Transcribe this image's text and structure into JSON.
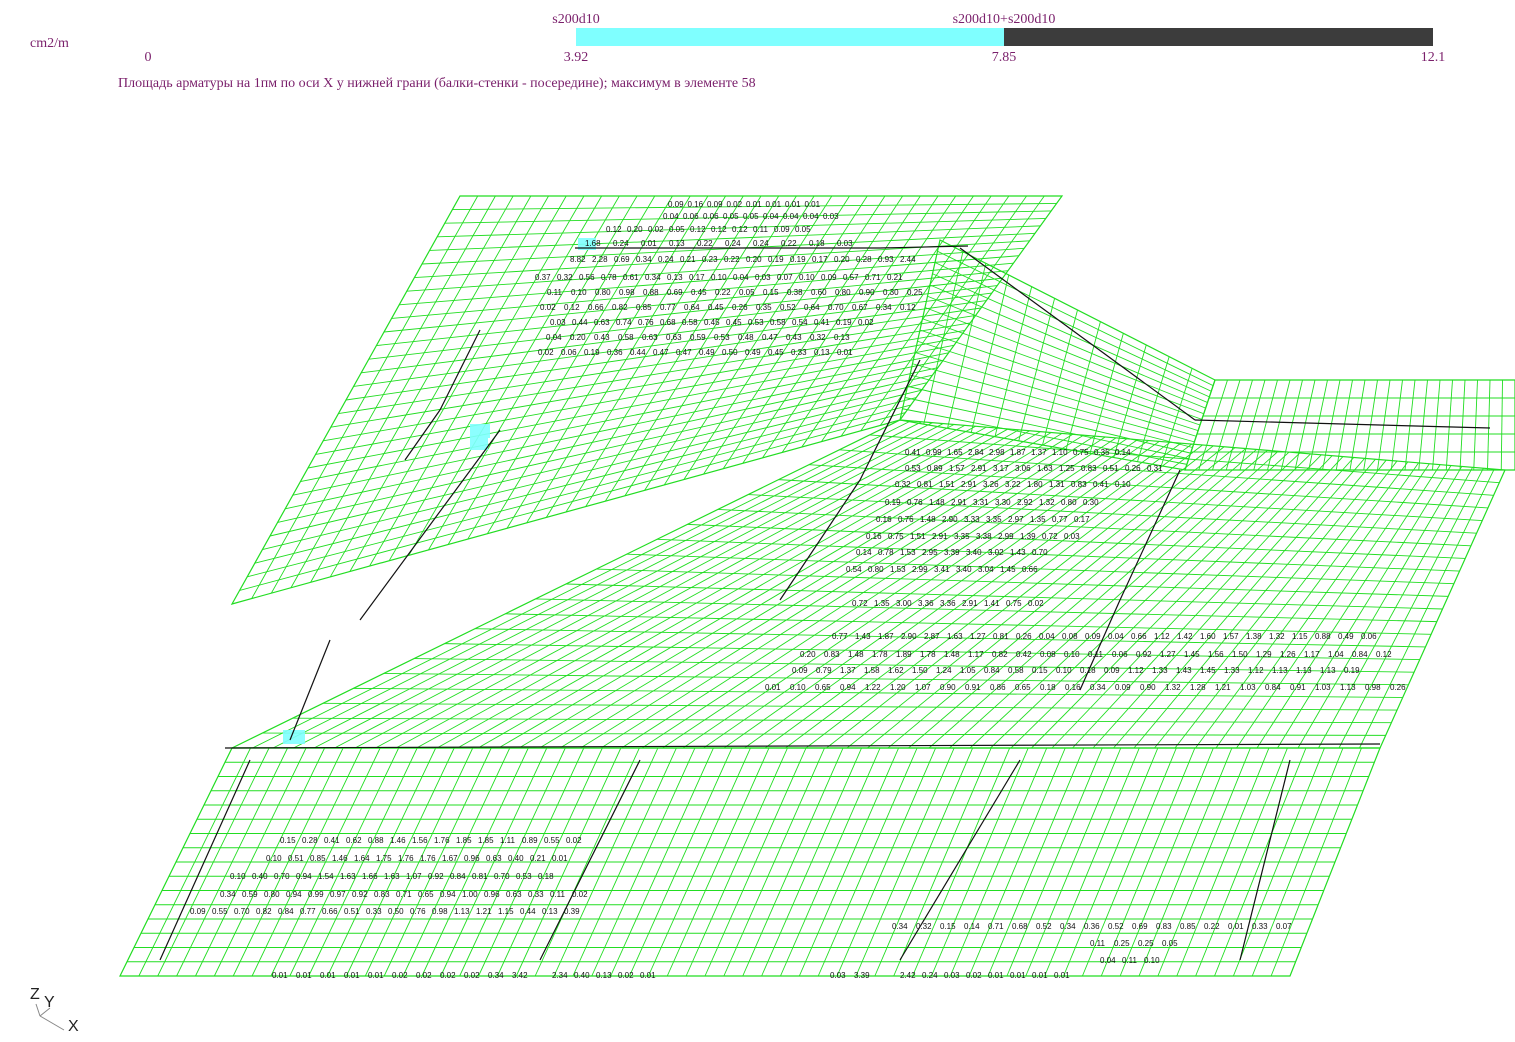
{
  "legend": {
    "unit": "cm2/m",
    "band_labels": [
      "s200d10",
      "s200d10+s200d10"
    ],
    "scale_ticks": [
      "0",
      "3.92",
      "7.85",
      "12.1"
    ],
    "colors": {
      "band1": "#7fffff",
      "band2": "#3c3c3c",
      "label_text": "#7a1f6b"
    }
  },
  "caption": "Площадь арматуры на 1пм по оси X у нижней грани (балки-стенки - посередине); максимум в элементе 58",
  "mesh": {
    "line_color": "#22dd22",
    "wall_line_color": "#111111",
    "highlight_color": "#7fffff"
  },
  "axes": {
    "z": "Z",
    "y": "Y",
    "x": "X"
  },
  "value_rows": [
    {
      "id": "row-a1",
      "values": [
        "0.09",
        "0.16",
        "0.09",
        "0.02",
        "0.01",
        "0.01",
        "0.01",
        "0.01"
      ]
    },
    {
      "id": "row-a2",
      "values": [
        "0.04",
        "0.06",
        "0.06",
        "0.05",
        "0.05",
        "0.04",
        "0.04",
        "0.04",
        "0.03"
      ]
    },
    {
      "id": "row-a3",
      "values": [
        "0.12",
        "0.20",
        "0.02",
        "0.05",
        "0.12",
        "0.12",
        "0.12",
        "0.11",
        "0.09",
        "0.05"
      ]
    },
    {
      "id": "row-a4",
      "values": [
        "1.68",
        "0.24",
        "0.01",
        "0.13",
        "0.22",
        "0.24",
        "0.24",
        "0.22",
        "0.18",
        "0.03"
      ]
    },
    {
      "id": "row-a5",
      "values": [
        "8.82",
        "2.28",
        "0.69",
        "0.34",
        "0.24",
        "0.21",
        "0.23",
        "0.22",
        "0.20",
        "0.19",
        "0.19",
        "0.17",
        "0.20",
        "0.28",
        "0.93",
        "2.44"
      ]
    },
    {
      "id": "row-a6",
      "values": [
        "0.37",
        "0.32",
        "0.56",
        "0.78",
        "0.61",
        "0.34",
        "0.13",
        "0.17",
        "0.10",
        "0.04",
        "0.03",
        "0.07",
        "0.10",
        "0.09",
        "0.57",
        "0.71",
        "0.21"
      ]
    },
    {
      "id": "row-a7",
      "values": [
        "0.11",
        "0.10",
        "0.80",
        "0.98",
        "0.88",
        "0.69",
        "0.45",
        "0.22",
        "0.05",
        "0.15",
        "0.38",
        "0.60",
        "0.80",
        "0.90",
        "0.30",
        "0.25"
      ]
    },
    {
      "id": "row-a8",
      "values": [
        "0.02",
        "0.12",
        "0.66",
        "0.82",
        "0.85",
        "0.77",
        "0.64",
        "0.45",
        "0.26",
        "0.35",
        "0.52",
        "0.64",
        "0.70",
        "0.67",
        "0.34",
        "0.12"
      ]
    },
    {
      "id": "row-a9",
      "values": [
        "0.03",
        "0.44",
        "0.63",
        "0.74",
        "0.76",
        "0.68",
        "0.58",
        "0.45",
        "0.45",
        "0.53",
        "0.58",
        "0.54",
        "0.41",
        "0.19",
        "0.02"
      ]
    },
    {
      "id": "row-a10",
      "values": [
        "0.04",
        "0.20",
        "0.43",
        "0.58",
        "0.63",
        "0.63",
        "0.59",
        "0.53",
        "0.48",
        "0.47",
        "0.43",
        "0.32",
        "0.13"
      ]
    },
    {
      "id": "row-a11",
      "values": [
        "0.02",
        "0.06",
        "0.19",
        "0.36",
        "0.44",
        "0.47",
        "0.47",
        "0.49",
        "0.50",
        "0.49",
        "0.45",
        "0.33",
        "0.13",
        "0.01"
      ]
    },
    {
      "id": "row-b1",
      "values": [
        "0.41",
        "0.99",
        "1.65",
        "2.84",
        "2.98",
        "1.87",
        "1.37",
        "1.10",
        "0.75",
        "0.35",
        "0.14"
      ]
    },
    {
      "id": "row-b2",
      "values": [
        "0.53",
        "0.89",
        "1.57",
        "2.91",
        "3.17",
        "3.06",
        "1.63",
        "1.25",
        "0.83",
        "0.51",
        "0.26",
        "0.31"
      ]
    },
    {
      "id": "row-b3",
      "values": [
        "0.32",
        "0.81",
        "1.51",
        "2.91",
        "3.26",
        "3.22",
        "1.80",
        "1.31",
        "0.83",
        "0.41",
        "0.10"
      ]
    },
    {
      "id": "row-b4",
      "values": [
        "0.19",
        "0.76",
        "1.48",
        "2.91",
        "3.31",
        "3.30",
        "2.92",
        "1.32",
        "0.80",
        "0.30"
      ]
    },
    {
      "id": "row-b5",
      "values": [
        "0.16",
        "0.76",
        "1.48",
        "2.90",
        "3.33",
        "3.35",
        "2.97",
        "1.35",
        "0.77",
        "0.17"
      ]
    },
    {
      "id": "row-b6",
      "values": [
        "0.16",
        "0.75",
        "1.51",
        "2.91",
        "3.35",
        "3.38",
        "2.99",
        "1.39",
        "0.72",
        "0.03"
      ]
    },
    {
      "id": "row-b7",
      "values": [
        "0.14",
        "0.78",
        "1.53",
        "2.95",
        "3.39",
        "3.40",
        "3.02",
        "1.43",
        "0.70"
      ]
    },
    {
      "id": "row-b8",
      "values": [
        "0.54",
        "0.80",
        "1.53",
        "2.99",
        "3.41",
        "3.40",
        "3.04",
        "1.45",
        "0.66"
      ]
    },
    {
      "id": "row-b9",
      "values": [
        "0.72",
        "1.35",
        "3.00",
        "3.36",
        "3.36",
        "2.91",
        "1.41",
        "0.75",
        "0.02"
      ]
    },
    {
      "id": "row-c1",
      "values": [
        "0.77",
        "1.43",
        "1.87",
        "2.90",
        "2.87",
        "1.63",
        "1.27",
        "0.81",
        "0.26",
        "0.04",
        "0.08",
        "0.09",
        "0.04",
        "0.66",
        "1.12",
        "1.42",
        "1.60",
        "1.57",
        "1.38",
        "1.32",
        "1.15",
        "0.88",
        "0.49",
        "0.06"
      ]
    },
    {
      "id": "row-c2",
      "values": [
        "0.20",
        "0.83",
        "1.48",
        "1.78",
        "1.89",
        "1.78",
        "1.48",
        "1.17",
        "0.82",
        "0.42",
        "0.08",
        "0.10",
        "0.11",
        "0.06",
        "0.92",
        "1.27",
        "1.45",
        "1.56",
        "1.50",
        "1.29",
        "1.26",
        "1.17",
        "1.04",
        "0.84",
        "0.12"
      ]
    },
    {
      "id": "row-c3",
      "values": [
        "0.09",
        "0.79",
        "1.37",
        "1.58",
        "1.62",
        "1.50",
        "1.24",
        "1.05",
        "0.84",
        "0.58",
        "0.15",
        "0.10",
        "0.18",
        "0.09",
        "1.12",
        "1.33",
        "1.43",
        "1.45",
        "1.33",
        "1.12",
        "1.13",
        "1.13",
        "1.13",
        "0.19"
      ]
    },
    {
      "id": "row-c4",
      "values": [
        "0.01",
        "0.10",
        "0.65",
        "0.94",
        "1.22",
        "1.20",
        "1.07",
        "0.90",
        "0.91",
        "0.86",
        "0.65",
        "0.18",
        "0.16",
        "0.34",
        "0.09",
        "0.90",
        "1.32",
        "1.28",
        "1.21",
        "1.03",
        "0.84",
        "0.91",
        "1.03",
        "1.13",
        "0.98",
        "0.26"
      ]
    },
    {
      "id": "row-d1",
      "values": [
        "0.15",
        "0.28",
        "0.41",
        "0.62",
        "0.88",
        "1.46",
        "1.56",
        "1.76",
        "1.85",
        "1.85",
        "1.11",
        "0.89",
        "0.55",
        "0.02"
      ]
    },
    {
      "id": "row-d2",
      "values": [
        "0.10",
        "0.51",
        "0.85",
        "1.46",
        "1.64",
        "1.75",
        "1.76",
        "1.76",
        "1.67",
        "0.96",
        "0.63",
        "0.40",
        "0.21",
        "0.01"
      ]
    },
    {
      "id": "row-d3",
      "values": [
        "0.10",
        "0.40",
        "0.70",
        "0.94",
        "1.54",
        "1.63",
        "1.66",
        "1.63",
        "1.07",
        "0.92",
        "0.84",
        "0.81",
        "0.70",
        "0.53",
        "0.18"
      ]
    },
    {
      "id": "row-d4",
      "values": [
        "0.34",
        "0.59",
        "0.80",
        "0.94",
        "0.99",
        "0.97",
        "0.92",
        "0.83",
        "0.71",
        "0.65",
        "0.94",
        "1.00",
        "0.96",
        "0.63",
        "0.33",
        "0.11",
        "0.02"
      ]
    },
    {
      "id": "row-d5",
      "values": [
        "0.09",
        "0.55",
        "0.70",
        "0.82",
        "0.84",
        "0.77",
        "0.66",
        "0.51",
        "0.33",
        "0.50",
        "0.76",
        "0.98",
        "1.13",
        "1.21",
        "1.15",
        "0.44",
        "0.13",
        "0.39"
      ]
    },
    {
      "id": "row-e1",
      "values": [
        "0.34",
        "0.32",
        "0.15",
        "0.14",
        "0.71",
        "0.68",
        "0.52",
        "0.34",
        "0.36",
        "0.52",
        "0.69",
        "0.83",
        "0.85",
        "0.22",
        "0.01",
        "0.33",
        "0.07"
      ]
    },
    {
      "id": "row-e2",
      "values": [
        "0.11",
        "0.25",
        "0.25",
        "0.05"
      ]
    },
    {
      "id": "row-e3",
      "values": [
        "0.04",
        "0.11",
        "0.10"
      ]
    },
    {
      "id": "row-f1",
      "values": [
        "0.01",
        "0.01",
        "0.01",
        "0.01",
        "0.01",
        "0.02",
        "0.02",
        "0.02",
        "0.02",
        "0.34",
        "3.42"
      ]
    },
    {
      "id": "row-f2",
      "values": [
        "2.34",
        "0.40",
        "0.13",
        "0.02",
        "0.01"
      ]
    },
    {
      "id": "row-f3",
      "values": [
        "0.03",
        "3.39"
      ]
    },
    {
      "id": "row-f4",
      "values": [
        "2.42",
        "0.24",
        "0.03",
        "0.02",
        "0.01",
        "0.01",
        "0.01",
        "0.01"
      ]
    }
  ]
}
